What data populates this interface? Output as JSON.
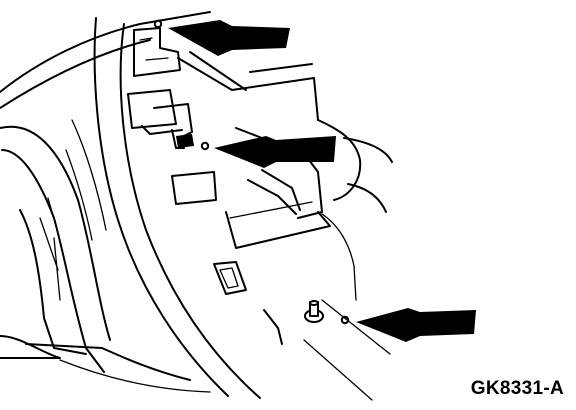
{
  "figure": {
    "id_label": "GK8331-A"
  },
  "callouts": [
    {
      "name": "upper-screw-arrow",
      "icon": "arrow-left-icon"
    },
    {
      "name": "middle-screw-arrow",
      "icon": "arrow-left-icon"
    },
    {
      "name": "lower-screw-arrow",
      "icon": "arrow-left-icon"
    }
  ],
  "colors": {
    "line": "#000000",
    "background": "#ffffff"
  }
}
